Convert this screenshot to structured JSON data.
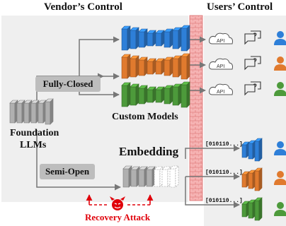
{
  "headers": {
    "vendor": "Vendor’s Control",
    "users": "Users’ Control"
  },
  "labels": {
    "fully_closed": "Fully-Closed",
    "semi_open": "Semi-Open",
    "custom_models": "Custom Models",
    "foundation_line1": "Foundation",
    "foundation_line2": "LLMs",
    "embedding": "Embedding",
    "recovery_attack": "Recovery Attack"
  },
  "api_label": "API",
  "embedding_codes": [
    "[010110...]",
    "[010110...]",
    "[010110...]"
  ],
  "colors": {
    "panel_bg": "#efefef",
    "firewall": "#f4a6a6",
    "blue": "#2e7fd8",
    "orange": "#e07a2e",
    "green": "#4d9a3b",
    "gray": "#b0b0b0",
    "attack": "#e0000a"
  },
  "icons": {
    "cloud": "cloud-api-icon",
    "chat": "chat-bubble-icon",
    "user": "person-icon",
    "devil": "devil-icon"
  }
}
